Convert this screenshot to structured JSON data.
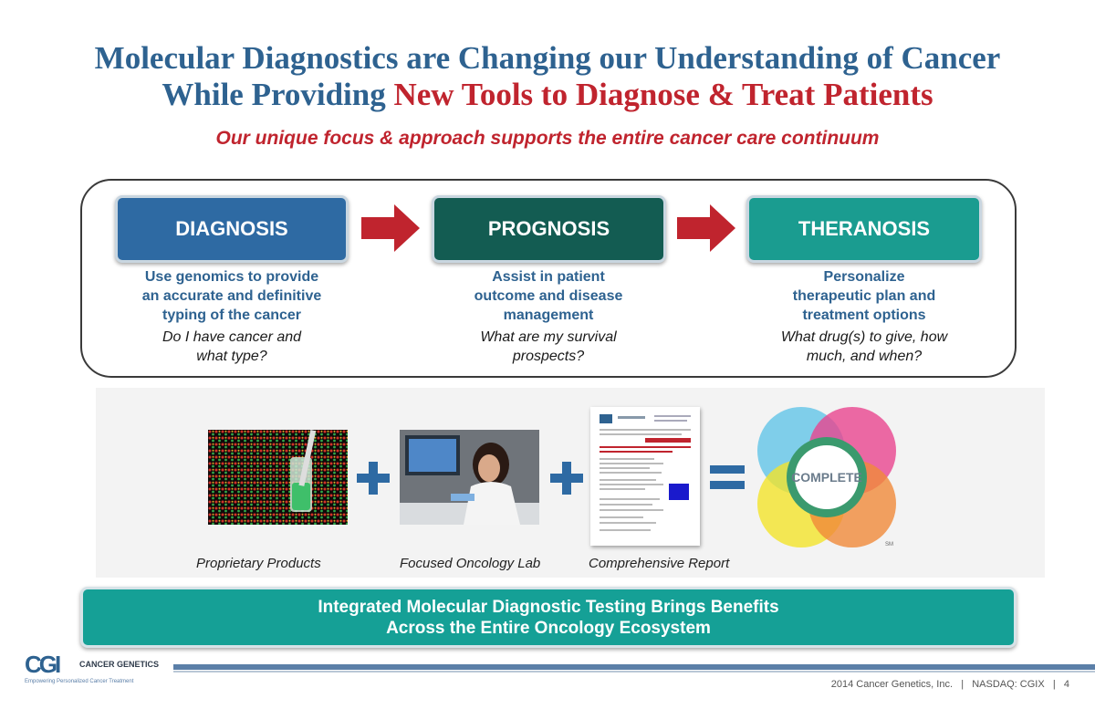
{
  "slide": {
    "title_line1": "Molecular Diagnostics are Changing our Understanding of Cancer",
    "title_line2_blue": "While Providing",
    "title_line2_red": "New Tools to Diagnose & Treat Patients",
    "subtitle": "Our unique focus & approach supports the entire cancer care continuum"
  },
  "stages": [
    {
      "label": "DIAGNOSIS",
      "description": [
        "Use genomics to provide",
        "an accurate and definitive",
        "typing of the cancer"
      ],
      "question": [
        "Do I have cancer and",
        "what type?"
      ]
    },
    {
      "label": "PROGNOSIS",
      "description": [
        "Assist in patient",
        "outcome and disease",
        "management"
      ],
      "question": [
        "What are my survival",
        "prospects?"
      ]
    },
    {
      "label": "THERANOSIS",
      "description": [
        "Personalize",
        "therapeutic plan and",
        "treatment options"
      ],
      "question": [
        "What drug(s) to give, how",
        "much, and when?"
      ]
    }
  ],
  "offerings": {
    "captions": [
      "Proprietary Products",
      "Focused Oncology Lab",
      "Comprehensive Report"
    ],
    "result_label": "COMPLETE",
    "service_mark": "SM"
  },
  "banner": {
    "line1": "Integrated Molecular Diagnostic Testing Brings Benefits",
    "line2": "Across the Entire Oncology Ecosystem"
  },
  "footer": {
    "logo_mark": "CGI",
    "company": "CANCER GENETICS",
    "tagline": "Empowering Personalized Cancer Treatment",
    "text": "2014 Cancer Genetics, Inc.   |   NASDAQ: CGIX   |   4"
  },
  "colors": {
    "title_blue": "#2e6290",
    "accent_red": "#c0242e",
    "diagnosis": "#2e6aa3",
    "prognosis": "#135c52",
    "theranosis": "#1a9c90",
    "banner": "#15a096"
  },
  "icons": [
    "right-arrow-icon",
    "plus-icon",
    "equals-icon"
  ]
}
